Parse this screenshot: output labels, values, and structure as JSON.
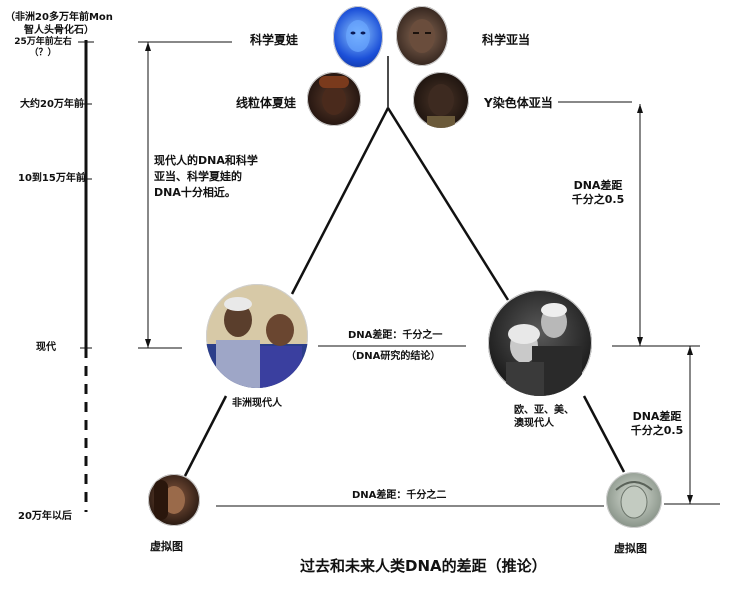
{
  "timeline": {
    "fossil_note": "（非洲20多万年前Mon\n智人头骨化石）",
    "t250k": "25万年前左右\n（？）",
    "t200k": "大约20万年前",
    "t100_150k": "10到15万年前",
    "now": "现代",
    "future": "20万年以后"
  },
  "nodes": {
    "sci_eve": "科学夏娃",
    "sci_adam": "科学亚当",
    "mito_eve": "线粒体夏娃",
    "y_adam": "Y染色体亚当",
    "african": "非洲现代人",
    "eurasian": "欧、亚、美、\n澳现代人",
    "sim_left": "虚拟图",
    "sim_right": "虚拟图"
  },
  "annotations": {
    "dna_note": "现代人的DNA和科学亚当、科学夏娃的DNA十分相近。",
    "diff_right_upper": "DNA差距\n千分之0.5",
    "diff_right_lower": "DNA差距\n千分之0.5",
    "diff_mid": "DNA差距：千分之一",
    "diff_mid_source": "（DNA研究的结论）",
    "diff_bottom": "DNA差距：千分之二"
  },
  "title": "过去和未来人类DNA的差距（推论）",
  "colors": {
    "line": "#111111",
    "text": "#111111",
    "background": "#ffffff"
  }
}
